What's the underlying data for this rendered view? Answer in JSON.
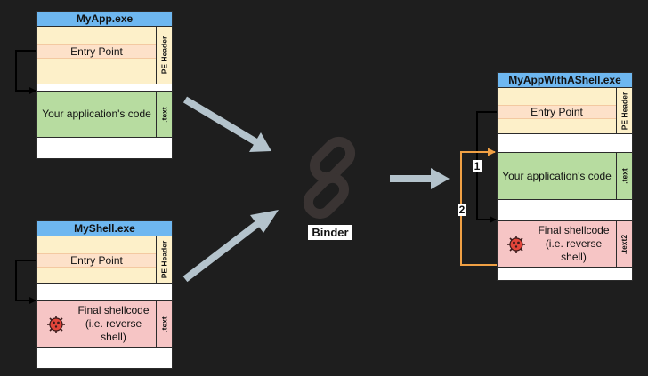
{
  "binder_label": "Binder",
  "myapp": {
    "title": "MyApp.exe",
    "entry_point": "Entry Point",
    "pe_header": "PE Header",
    "code": "Your application's code",
    "code_section": ".text"
  },
  "myshell": {
    "title": "MyShell.exe",
    "entry_point": "Entry Point",
    "pe_header": "PE Header",
    "shellcode_line1": "Final shellcode",
    "shellcode_line2": "(i.e. reverse shell)",
    "shellcode_section": ".text"
  },
  "result": {
    "title": "MyAppWithAShell.exe",
    "entry_point": "Entry Point",
    "pe_header": "PE Header",
    "code": "Your application's code",
    "code_section": ".text",
    "shellcode_line1": "Final shellcode",
    "shellcode_line2": "(i.e. reverse shell)",
    "shellcode_section": ".text2",
    "step1": "1",
    "step2": "2"
  },
  "colors": {
    "background": "#1e1e1e",
    "title_bar": "#6eb7f0",
    "header": "#fdf0c9",
    "entry_point": "#fde1c9",
    "code_section": "#b7dca0",
    "shellcode_section": "#f6c5c5",
    "big_arrow": "#b4c3cc",
    "orange_path": "#f0a044"
  },
  "icons": [
    "chain-link-icon",
    "virus-icon"
  ]
}
